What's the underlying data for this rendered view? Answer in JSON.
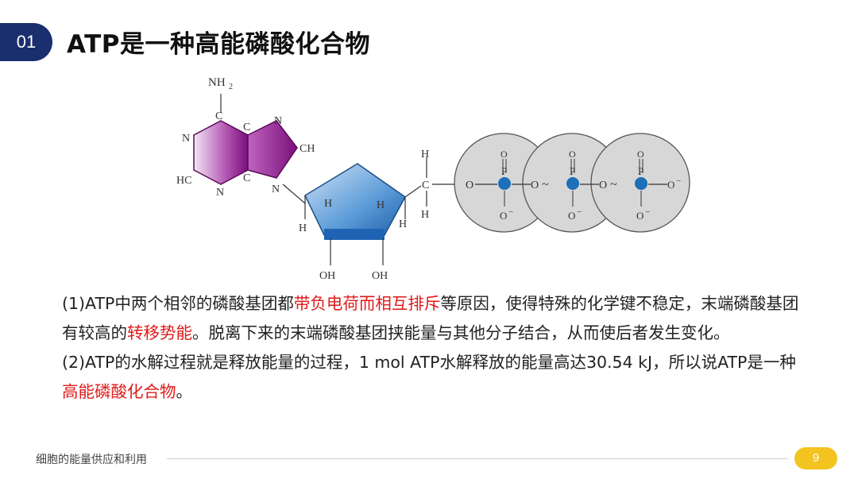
{
  "header": {
    "section_number": "01",
    "title": "ATP是一种高能磷酸化合物"
  },
  "diagram": {
    "labels": {
      "nh2": "NH",
      "nh2_sub": "2",
      "c_top": "C",
      "c_mid": "C",
      "c_low": "C",
      "n_left": "N",
      "n_right_top": "N",
      "ch": "CH",
      "hc": "HC",
      "n_bottom": "N",
      "n_link": "N",
      "h_ring1": "H",
      "h_ring2": "H",
      "h_left": "H",
      "h_right": "H",
      "oh1": "OH",
      "oh2": "OH",
      "h_top": "H",
      "c_chain": "C",
      "h_bottom": "H",
      "o1": "O",
      "p1": "P",
      "p2": "P",
      "p3": "P",
      "o_bridge1": "O",
      "o_bridge2": "O",
      "dbl_o1": "O",
      "dbl_o2": "O",
      "dbl_o3": "O",
      "o_minus1": "O",
      "o_minus2": "O",
      "o_minus3": "O",
      "o_minus4": "O",
      "minus": "−",
      "tilde": "~"
    },
    "colors": {
      "purine": "#8b1a8b",
      "ribose": "#2e7bc6",
      "phosphate_circle": "#d7d7d7",
      "phosphorus": "#1d6fb8"
    }
  },
  "body": {
    "p1_a": "(1)ATP中两个相邻的磷酸基团都",
    "p1_h1": "带负电荷而相互排斥",
    "p1_b": "等原因，使得特殊的化学键不稳定，末端磷酸基团有较高的",
    "p1_h2": "转移势能",
    "p1_c": "。脱离下来的末端磷酸基团挟能量与其他分子结合，从而使后者发生变化。",
    "p2_a": "(2)ATP的水解过程就是释放能量的过程，1 mol ATP水解释放的能量高达30.54 kJ，所以说ATP是一种",
    "p2_h": "高能磷酸化合物",
    "p2_b": "。"
  },
  "footer": {
    "label": "细胞的能量供应和利用",
    "page": "9"
  }
}
